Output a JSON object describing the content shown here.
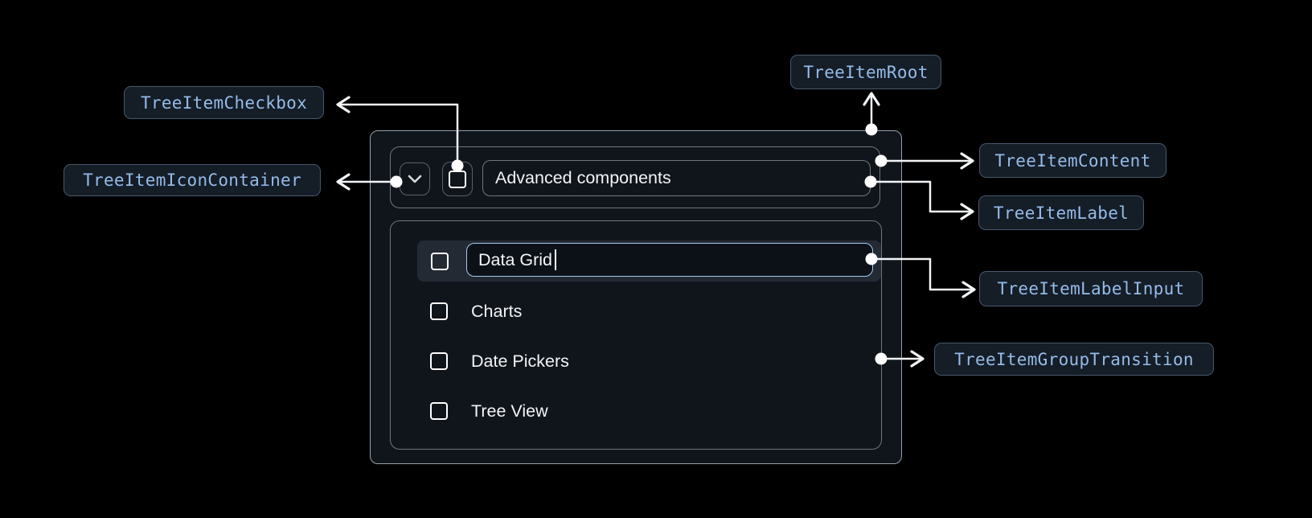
{
  "callouts": {
    "checkbox": "TreeItemCheckbox",
    "icon_container": "TreeItemIconContainer",
    "root": "TreeItemRoot",
    "content": "TreeItemContent",
    "label": "TreeItemLabel",
    "label_input": "TreeItemLabelInput",
    "group_transition": "TreeItemGroupTransition"
  },
  "component": {
    "header": {
      "label": "Advanced components"
    },
    "items": [
      {
        "label": "Data Grid",
        "state": "editing"
      },
      {
        "label": "Charts"
      },
      {
        "label": "Date Pickers"
      },
      {
        "label": "Tree View"
      }
    ]
  },
  "colors": {
    "background": "#000000",
    "callout_text": "#94bce8",
    "callout_border": "#46586a",
    "callout_bg": "#151d27",
    "arrow": "#f2f4f6",
    "root_border": "#99a1ab",
    "box_border": "#70767e",
    "row_highlight": "#232a34",
    "input_border": "#a3c9f1",
    "text": "#f3f4f6"
  }
}
